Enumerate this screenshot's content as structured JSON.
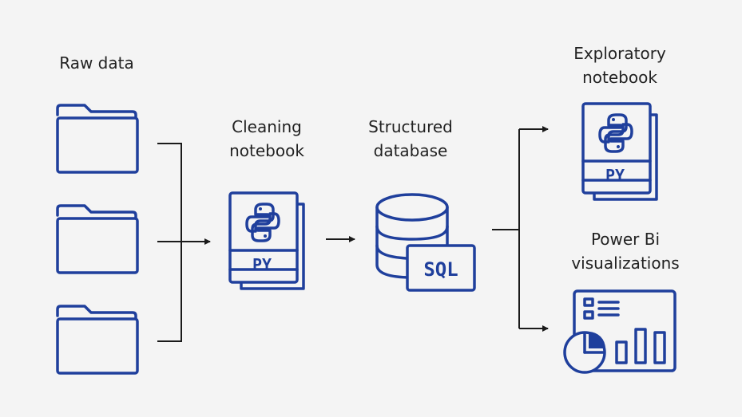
{
  "labels": {
    "raw_data": "Raw data",
    "cleaning_1": "Cleaning",
    "cleaning_2": "notebook",
    "structured_1": "Structured",
    "structured_2": "database",
    "exploratory_1": "Exploratory",
    "exploratory_2": "notebook",
    "powerbi_1": "Power Bi",
    "powerbi_2": "visualizations"
  },
  "badges": {
    "py": "PY",
    "sql": "SQL"
  },
  "icons": {
    "raw_files": [
      "folder-icon",
      "folder-icon",
      "folder-icon"
    ],
    "cleaning": "python-notebook-icon",
    "database": "sql-database-icon",
    "exploratory": "python-notebook-icon",
    "powerbi": "dashboard-icon"
  },
  "colors": {
    "icon": "#1f3f9c",
    "connector": "#1a1a1a",
    "background": "#f4f4f4"
  }
}
